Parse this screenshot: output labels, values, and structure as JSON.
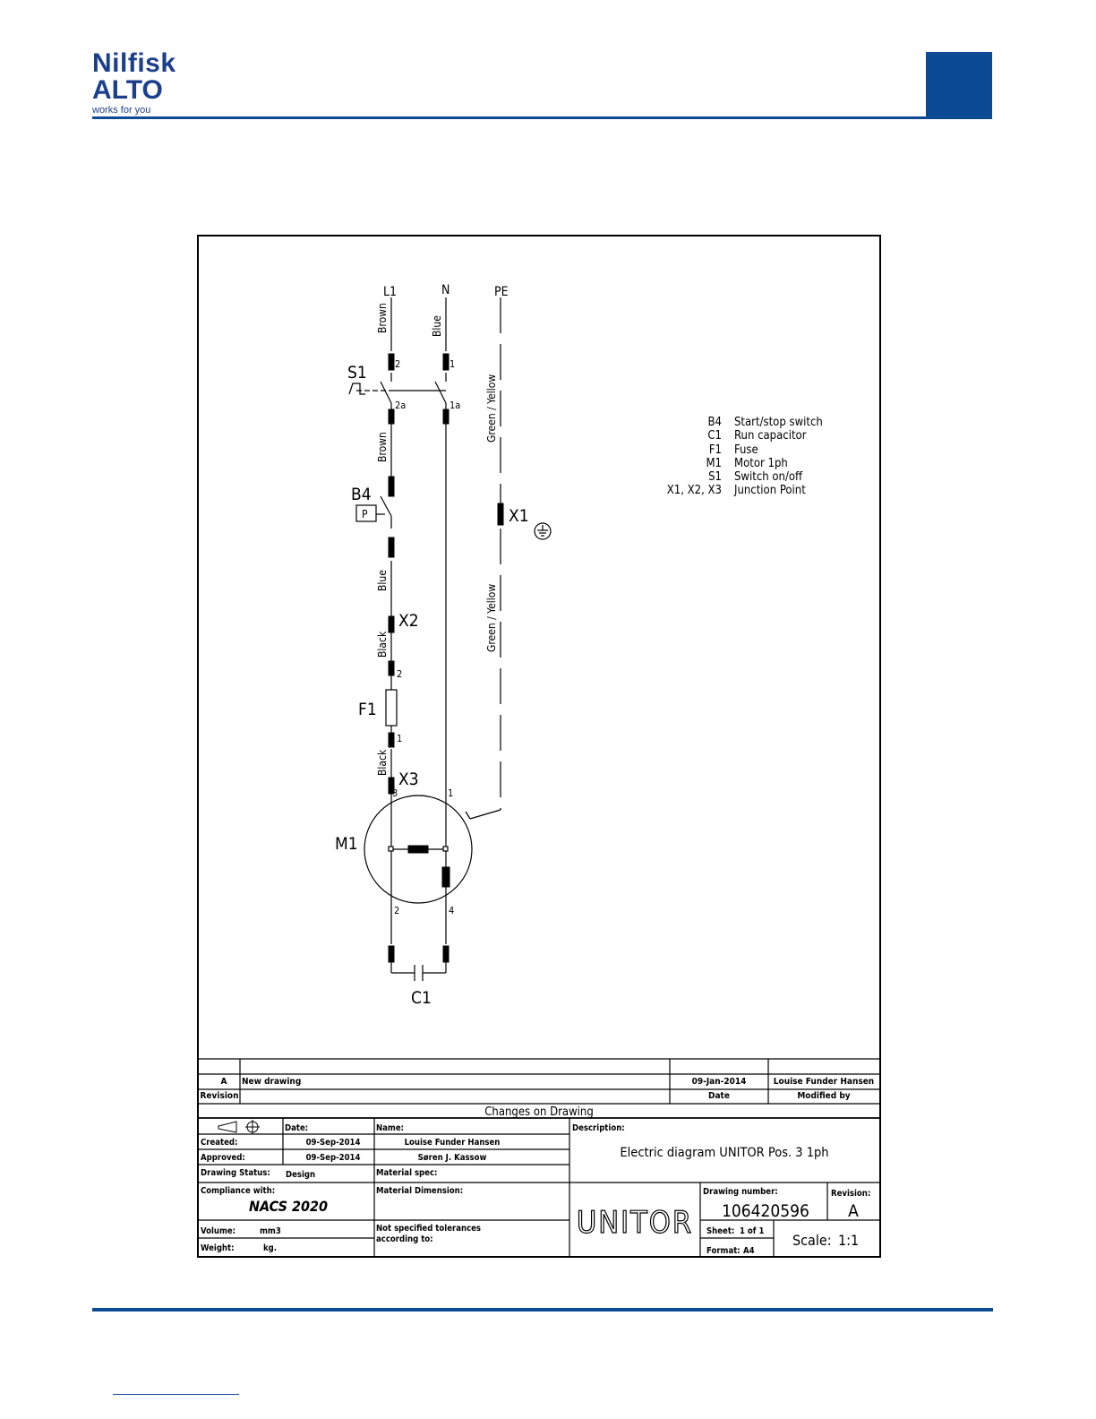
{
  "header": {
    "logo_line1": "Nilfisk",
    "logo_line2": "ALTO",
    "logo_tagline": "works for you",
    "brand_color": "#0d4a96"
  },
  "diagram": {
    "supply": {
      "l1": "L1",
      "n": "N",
      "pe": "PE"
    },
    "wire_colors": {
      "brown_top": "Brown",
      "blue_top": "Blue",
      "brown_mid": "Brown",
      "blue_mid": "Blue",
      "black_upper": "Black",
      "black_lower": "Black",
      "green_yellow_upper": "Green / Yellow",
      "green_yellow_lower": "Green / Yellow"
    },
    "components": {
      "s1": "S1",
      "b4": "B4",
      "b4_box": "P",
      "x1": "X1",
      "x2": "X2",
      "x3": "X3",
      "f1": "F1",
      "m1": "M1",
      "c1": "C1"
    },
    "terminals": {
      "s1_l_in": "2",
      "s1_n_in": "1",
      "s1_l_out": "2a",
      "s1_n_out": "1a",
      "f1_in": "2",
      "f1_out": "1",
      "m1_t3": "3",
      "m1_t1": "1",
      "m1_t2": "2",
      "m1_t4": "4"
    },
    "legend": [
      {
        "code": "B4",
        "desc": "Start/stop switch"
      },
      {
        "code": "C1",
        "desc": "Run capacitor"
      },
      {
        "code": "F1",
        "desc": "Fuse"
      },
      {
        "code": "M1",
        "desc": "Motor 1ph"
      },
      {
        "code": "S1",
        "desc": "Switch on/off"
      },
      {
        "code": "X1, X2, X3",
        "desc": "Junction Point"
      }
    ]
  },
  "title_block": {
    "revision_row": {
      "rev": "A",
      "text": "New drawing",
      "date": "09-Jan-2014",
      "modified_by": "Louise Funder Hansen"
    },
    "revision_header": {
      "rev": "Revision",
      "date": "Date",
      "modified_by": "Modified by"
    },
    "changes_title": "Changes on Drawing",
    "date_label": "Date:",
    "name_label": "Name:",
    "description_label": "Description:",
    "created_label": "Created:",
    "created_date": "09-Sep-2014",
    "created_name": "Louise Funder Hansen",
    "approved_label": "Approved:",
    "approved_date": "09-Sep-2014",
    "approved_name": "Søren J. Kassow",
    "drawing_status_label": "Drawing Status:",
    "drawing_status": "Design",
    "material_spec_label": "Material spec:",
    "compliance_label": "Compliance with:",
    "compliance": "NACS 2020",
    "material_dimension_label": "Material Dimension:",
    "volume_label": "Volume:",
    "volume_unit": "mm3",
    "weight_label": "Weight:",
    "weight_unit": "kg.",
    "tolerances_line1": "Not specified tolerances",
    "tolerances_line2": "according to:",
    "description": "Electric diagram UNITOR Pos. 3 1ph",
    "company_logo": "UNITOR",
    "drawing_number_label": "Drawing number:",
    "drawing_number": "106420596",
    "revision_label": "Revision:",
    "revision": "A",
    "sheet_label": "Sheet:",
    "sheet": "1 of 1",
    "format_label": "Format:",
    "format": "A4",
    "scale_label": "Scale:",
    "scale": "1:1"
  }
}
